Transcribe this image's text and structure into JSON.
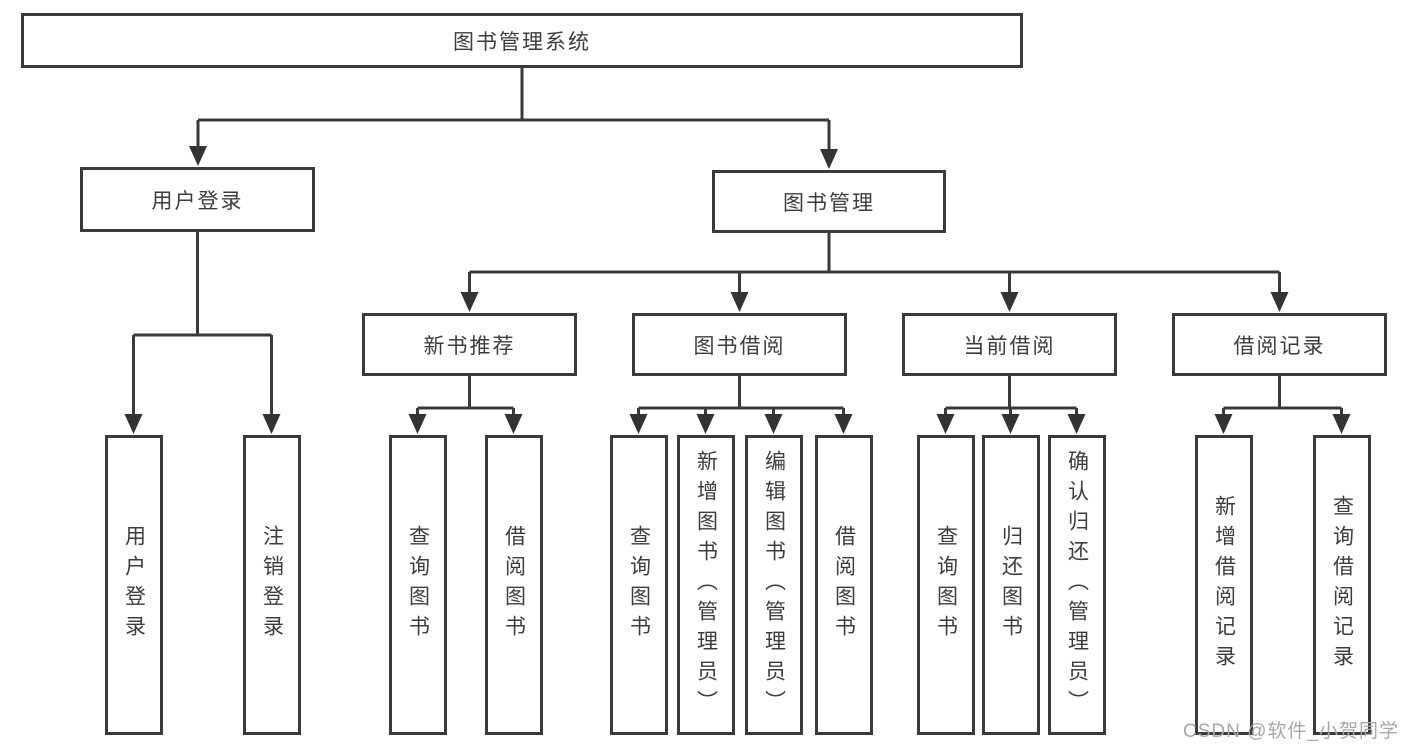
{
  "diagram": {
    "root": {
      "label": "图书管理系统"
    },
    "branches": [
      {
        "label": "用户登录",
        "children": [
          {
            "label": "用户登录"
          },
          {
            "label": "注销登录"
          }
        ]
      },
      {
        "label": "图书管理",
        "children": [
          {
            "label": "新书推荐",
            "children": [
              {
                "label": "查询图书"
              },
              {
                "label": "借阅图书"
              }
            ]
          },
          {
            "label": "图书借阅",
            "children": [
              {
                "label": "查询图书"
              },
              {
                "label": "新增图书（管理员）"
              },
              {
                "label": "编辑图书（管理员）"
              },
              {
                "label": "借阅图书"
              }
            ]
          },
          {
            "label": "当前借阅",
            "children": [
              {
                "label": "查询图书"
              },
              {
                "label": "归还图书"
              },
              {
                "label": "确认归还（管理员）"
              }
            ]
          },
          {
            "label": "借阅记录",
            "children": [
              {
                "label": "新增借阅记录"
              },
              {
                "label": "查询借阅记录"
              }
            ]
          }
        ]
      }
    ]
  },
  "watermark": {
    "text": "CSDN @软件_小贺同学"
  },
  "colors": {
    "line": "#3a3a3a",
    "box_border": "#3a3a3a",
    "text": "#3d3d3d",
    "background": "#ffffff",
    "watermark": "#a8a8a8"
  }
}
